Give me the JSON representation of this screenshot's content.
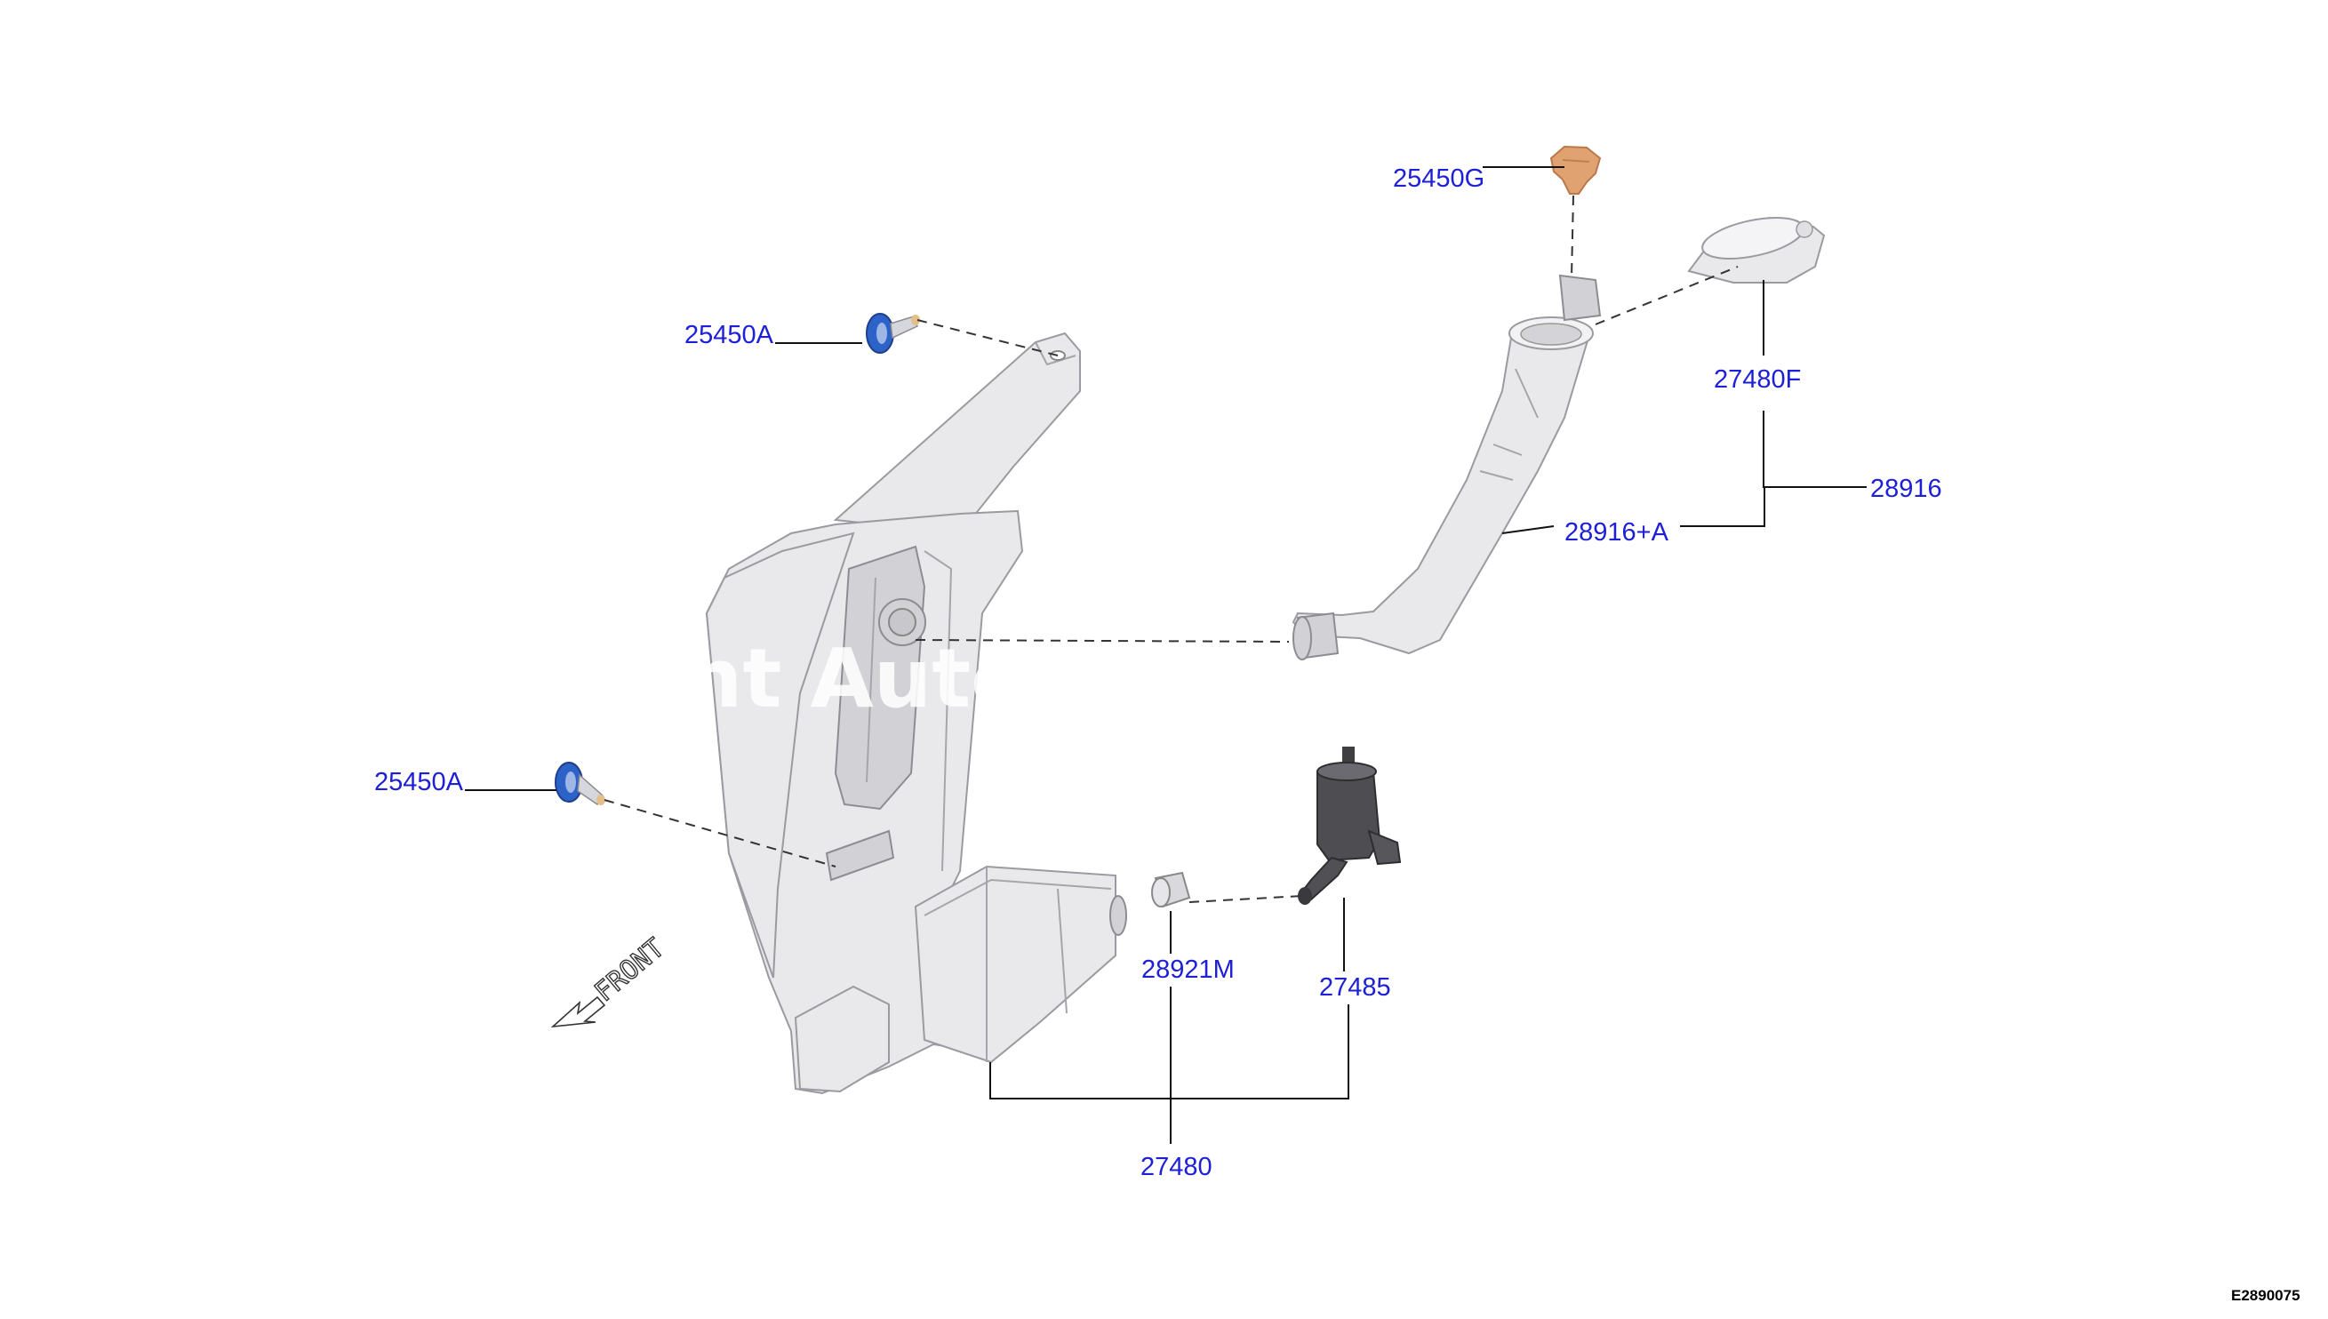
{
  "diagram": {
    "watermark": "nt Auto",
    "front_label": "FRONT",
    "reference_code": "E2890075",
    "colors": {
      "label": "#1e20d6",
      "leader": "#111111",
      "part_fill": "#e9e9eb",
      "cap_orange": "#e0a271",
      "fastener_blue": "#2d62c9",
      "pump_dark": "#4a4a4e"
    },
    "parts": [
      {
        "id": "25450G",
        "label": "25450G",
        "name": "filler-cap"
      },
      {
        "id": "27480F",
        "label": "27480F",
        "name": "reservoir-cap"
      },
      {
        "id": "28916",
        "label": "28916",
        "name": "filler-neck-assembly"
      },
      {
        "id": "28916+A",
        "label": "28916+A",
        "name": "filler-neck"
      },
      {
        "id": "25450A_top",
        "label": "25450A",
        "name": "bolt-upper"
      },
      {
        "id": "25450A_bottom",
        "label": "25450A",
        "name": "bolt-lower"
      },
      {
        "id": "28921M",
        "label": "28921M",
        "name": "grommet"
      },
      {
        "id": "27485",
        "label": "27485",
        "name": "washer-pump"
      },
      {
        "id": "27480",
        "label": "27480",
        "name": "washer-tank"
      }
    ]
  }
}
